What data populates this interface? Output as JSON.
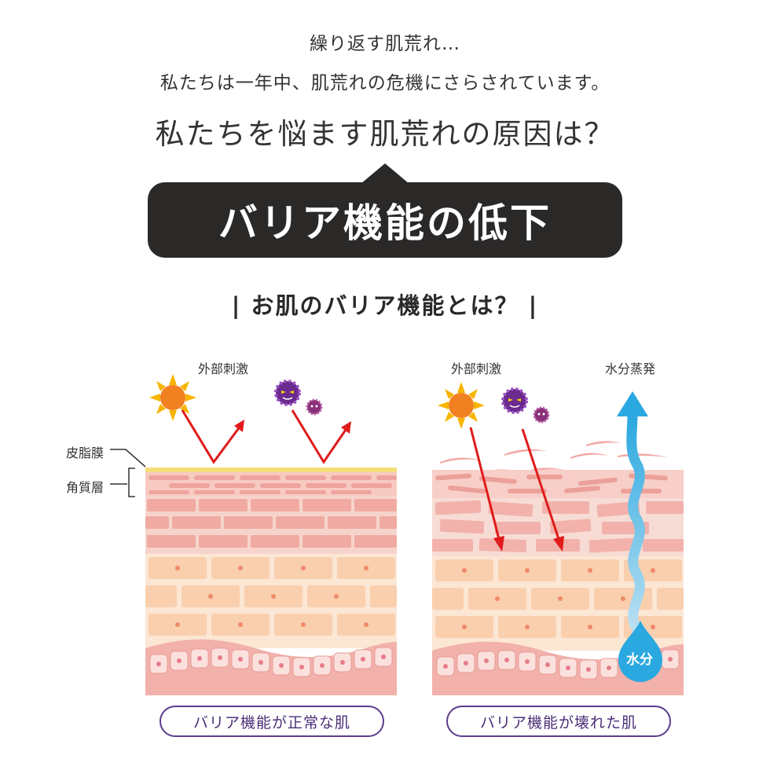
{
  "intro": {
    "line1": "繰り返す肌荒れ…",
    "line2": "私たちは一年中、肌荒れの危機にさらされています。",
    "line3": "私たちを悩ます肌荒れの原因は？"
  },
  "banner": {
    "text": "バリア機能の低下"
  },
  "subhead": {
    "text": "| お肌のバリア機能とは？ |"
  },
  "left_panel": {
    "stimulus_label": "外部刺激",
    "sebum_label": "皮脂膜",
    "stratum_label": "角質層",
    "caption": "バリア機能が正常な肌"
  },
  "right_panel": {
    "stimulus_label": "外部刺激",
    "evaporation_label": "水分蒸発",
    "water_label": "水分",
    "caption": "バリア機能が壊れた肌"
  },
  "colors": {
    "banner_bg": "#2b2828",
    "caption_border": "#5b3c8c",
    "arrow_red": "#e01b1b",
    "water_blue": "#2aa8e0",
    "skin_top": "#f3b3ab",
    "skin_mid": "#f9d2b4",
    "sebum": "#f6de7a"
  },
  "icons": [
    "sun-icon",
    "germ-icon",
    "small-germ-icon",
    "water-drop-icon"
  ]
}
